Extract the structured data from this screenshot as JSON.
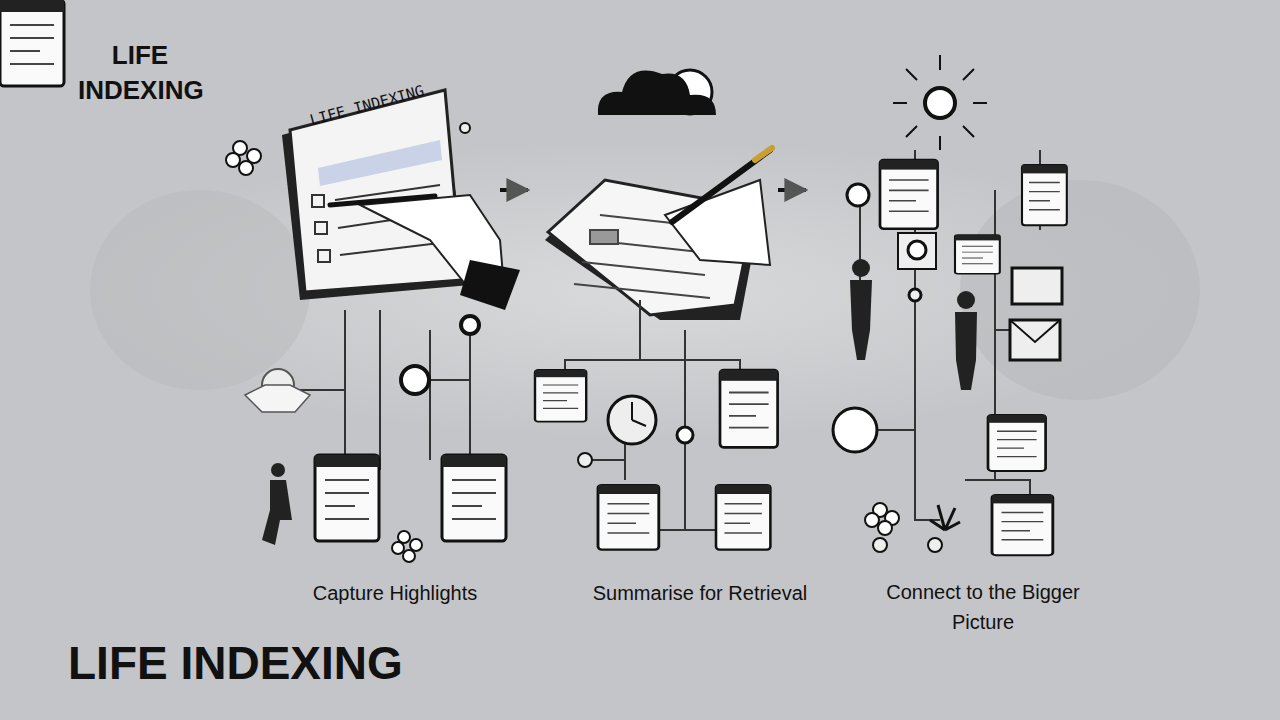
{
  "diagram": {
    "title": "LIFE INDEXING",
    "labels": [
      "LIFE INDEXING",
      "LIFE INDEXING",
      "Capture Highlights",
      "Summarise for Retrieval",
      "Connect to the Bigger Picture"
    ]
  }
}
